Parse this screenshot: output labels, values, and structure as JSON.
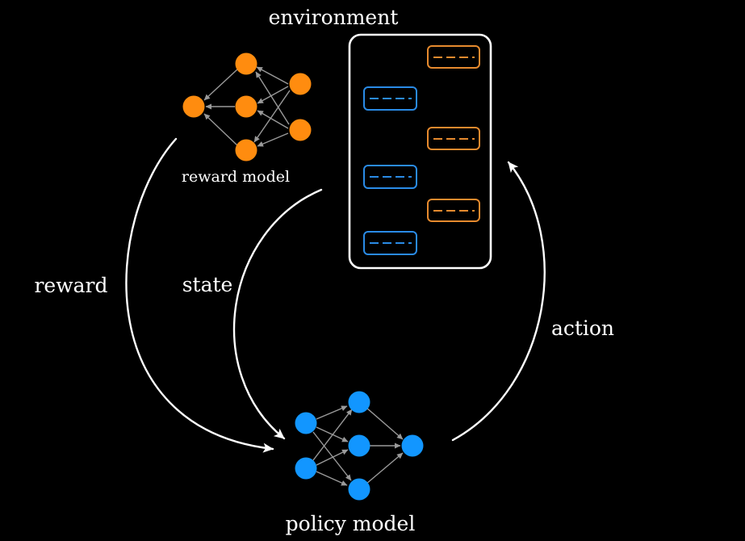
{
  "labels": {
    "environment": "environment",
    "reward_model": "reward model",
    "policy_model": "policy model",
    "reward": "reward",
    "state": "state",
    "action": "action"
  },
  "colors": {
    "background": "#000000",
    "reward_model_node": "#ff8c0f",
    "policy_model_node": "#1296ff",
    "edge": "#9a9a9a",
    "arrow": "#ffffff",
    "env_message_orange": "#e68a2e",
    "env_message_blue": "#2a8be6"
  },
  "environment": {
    "messages": [
      {
        "side": "right",
        "color": "orange"
      },
      {
        "side": "left",
        "color": "blue"
      },
      {
        "side": "right",
        "color": "orange"
      },
      {
        "side": "left",
        "color": "blue"
      },
      {
        "side": "right",
        "color": "orange"
      },
      {
        "side": "left",
        "color": "blue"
      }
    ]
  },
  "icons": {
    "reward_model": "neural-network-icon",
    "policy_model": "neural-network-icon"
  }
}
